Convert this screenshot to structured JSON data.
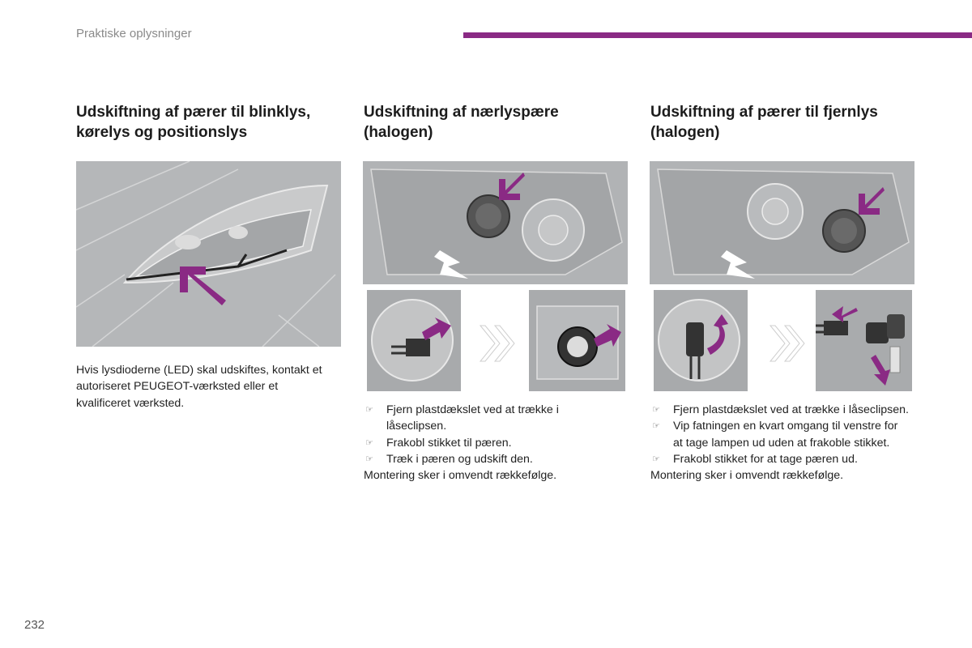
{
  "header": {
    "section_label": "Praktiske oplysninger",
    "accent_color": "#8a2a84"
  },
  "columns": [
    {
      "title": "Udskiftning af pærer til blinklys, kørelys og positionslys",
      "note": "Hvis lysdioderne (LED) skal udskiftes, kontakt et autoriseret PEUGEOT-værksted eller et kvalificeret værksted."
    },
    {
      "title": "Udskiftning af nærlyspære (halogen)",
      "steps": [
        "Fjern plastdækslet ved at trække i låseclipsen.",
        "Frakobl stikket til pæren.",
        "Træk i pæren og udskift den."
      ],
      "closing": "Montering sker i omvendt rækkefølge."
    },
    {
      "title": "Udskiftning af pærer til fjernlys (halogen)",
      "steps": [
        "Fjern plastdækslet ved at trække i låseclipsen.",
        "Vip fatningen en kvart omgang til venstre for at tage lampen ud uden at frakoble stikket.",
        "Frakobl stikket for at tage pæren ud."
      ],
      "closing": "Montering sker i omvendt rækkefølge."
    }
  ],
  "bullet_glyph": "☞",
  "page_number": "232"
}
